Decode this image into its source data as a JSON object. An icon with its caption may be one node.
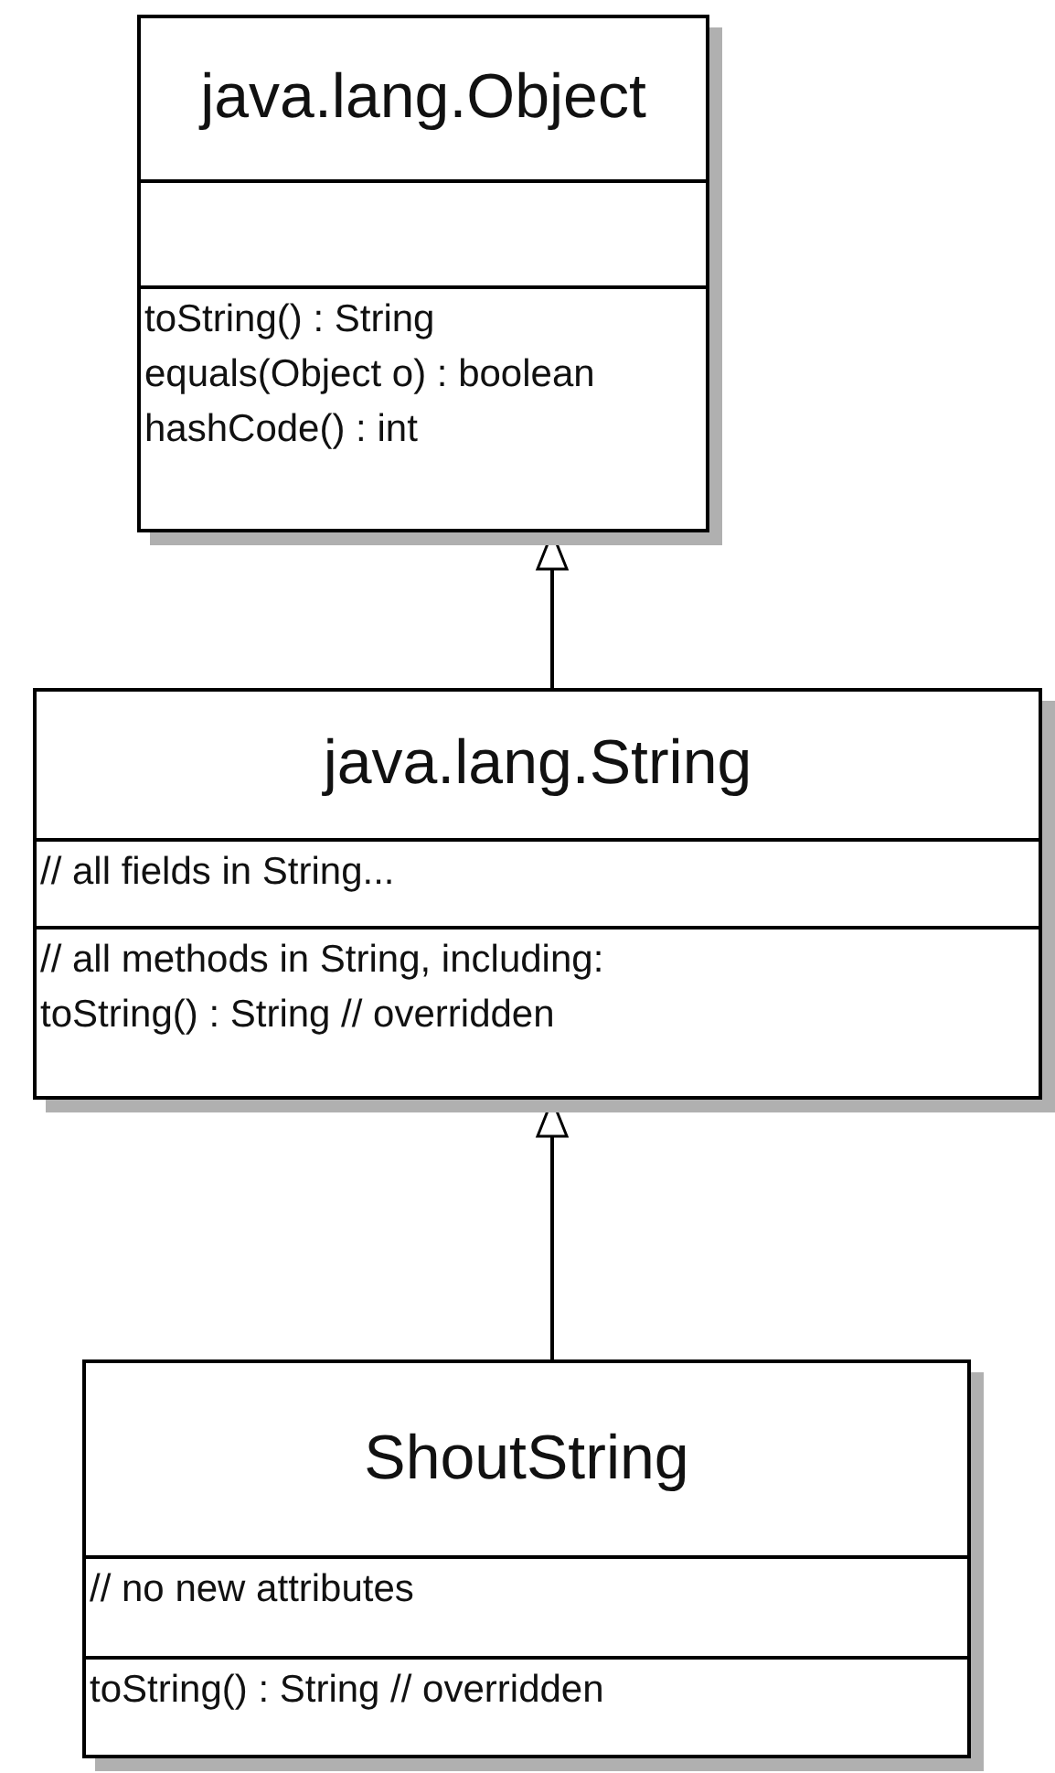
{
  "diagram": {
    "nodes": [
      {
        "text": [
          "java.lang.Object"
        ]
      },
      {
        "text": [],
        "shape": "box",
        "in": 0
      },
      {
        "text": [
          "toString() : String",
          "equals(Object o) : boolean",
          "hashCode() : int"
        ],
        "in": 0
      },
      {
        "text": [
          "java.lang.String"
        ]
      },
      {
        "text": [
          "// all fields in String..."
        ],
        "in": 3
      },
      {
        "text": [
          "// all methods in String, including:",
          "toString() : String // overridden"
        ],
        "in": 3
      },
      {
        "text": [
          "ShoutString"
        ]
      },
      {
        "text": [
          "// no new attributes"
        ],
        "in": 6
      },
      {
        "text": [
          "toString() : String // overridden"
        ],
        "in": 6
      }
    ],
    "edges": [
      {
        "from": 3,
        "to": 0,
        "arrow": "to"
      },
      {
        "from": 6,
        "to": 3,
        "arrow": "to"
      }
    ]
  }
}
